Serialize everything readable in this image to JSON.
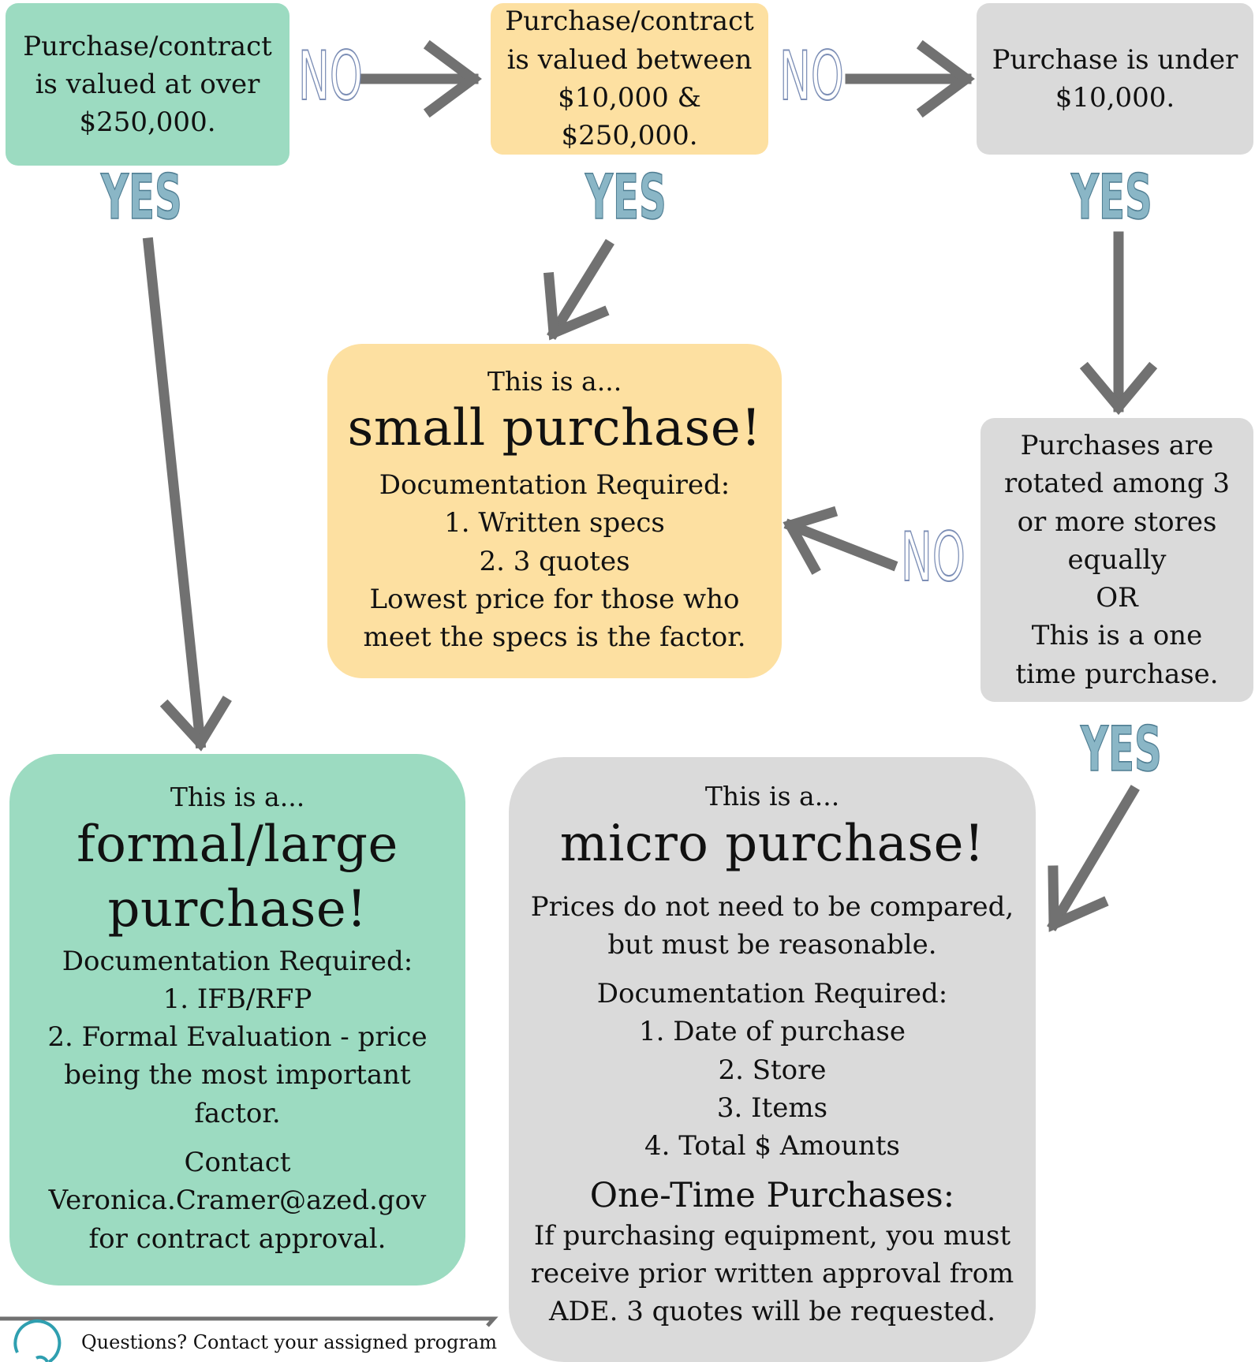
{
  "colors": {
    "green": "#9cdbc1",
    "orange": "#fde0a1",
    "gray": "#dadada",
    "arrow": "#717171",
    "label_fill": "#8ab6c6",
    "label_stroke": "#4f7d92"
  },
  "questions": {
    "over_250k": [
      "Purchase/contract",
      "is valued at over",
      "$250,000."
    ],
    "between": [
      "Purchase/contract",
      "is valued between",
      "$10,000 & $250,000."
    ],
    "under_10k": [
      "Purchase is under",
      "$10,000."
    ],
    "rotated": [
      "Purchases are",
      "rotated among 3",
      "or more stores",
      "equally",
      "OR",
      "This is a one",
      "time purchase."
    ]
  },
  "labels": {
    "yes": "YES",
    "no": "NO"
  },
  "small_purchase": {
    "pre": "This is a...",
    "title": "small purchase!",
    "doc_lines": [
      "Documentation Required:",
      "1. Written specs",
      "2. 3 quotes",
      "Lowest price for those who",
      "meet the specs is the factor."
    ]
  },
  "formal_purchase": {
    "pre": "This is a...",
    "title_lines": [
      "formal/large",
      "purchase!"
    ],
    "doc_lines": [
      "Documentation Required:",
      "1. IFB/RFP",
      "2. Formal Evaluation - price",
      "being the most important",
      "factor."
    ],
    "contact_lines": [
      "Contact",
      "Veronica.Cramer@azed.gov",
      "for contract approval."
    ]
  },
  "micro_purchase": {
    "pre": "This is a...",
    "title": "micro purchase!",
    "prices_lines": [
      "Prices do not need to be compared,",
      "but must be reasonable."
    ],
    "doc_lines": [
      "Documentation Required:",
      "1. Date of purchase",
      "2. Store",
      "3. Items",
      "4. Total $ Amounts"
    ],
    "one_time_title": "One-Time Purchases:",
    "one_time_lines": [
      "If purchasing equipment, you must",
      "receive prior written approval from",
      "ADE. 3 quotes will be requested."
    ]
  },
  "footer": {
    "text": "Questions? Contact your assigned program"
  }
}
